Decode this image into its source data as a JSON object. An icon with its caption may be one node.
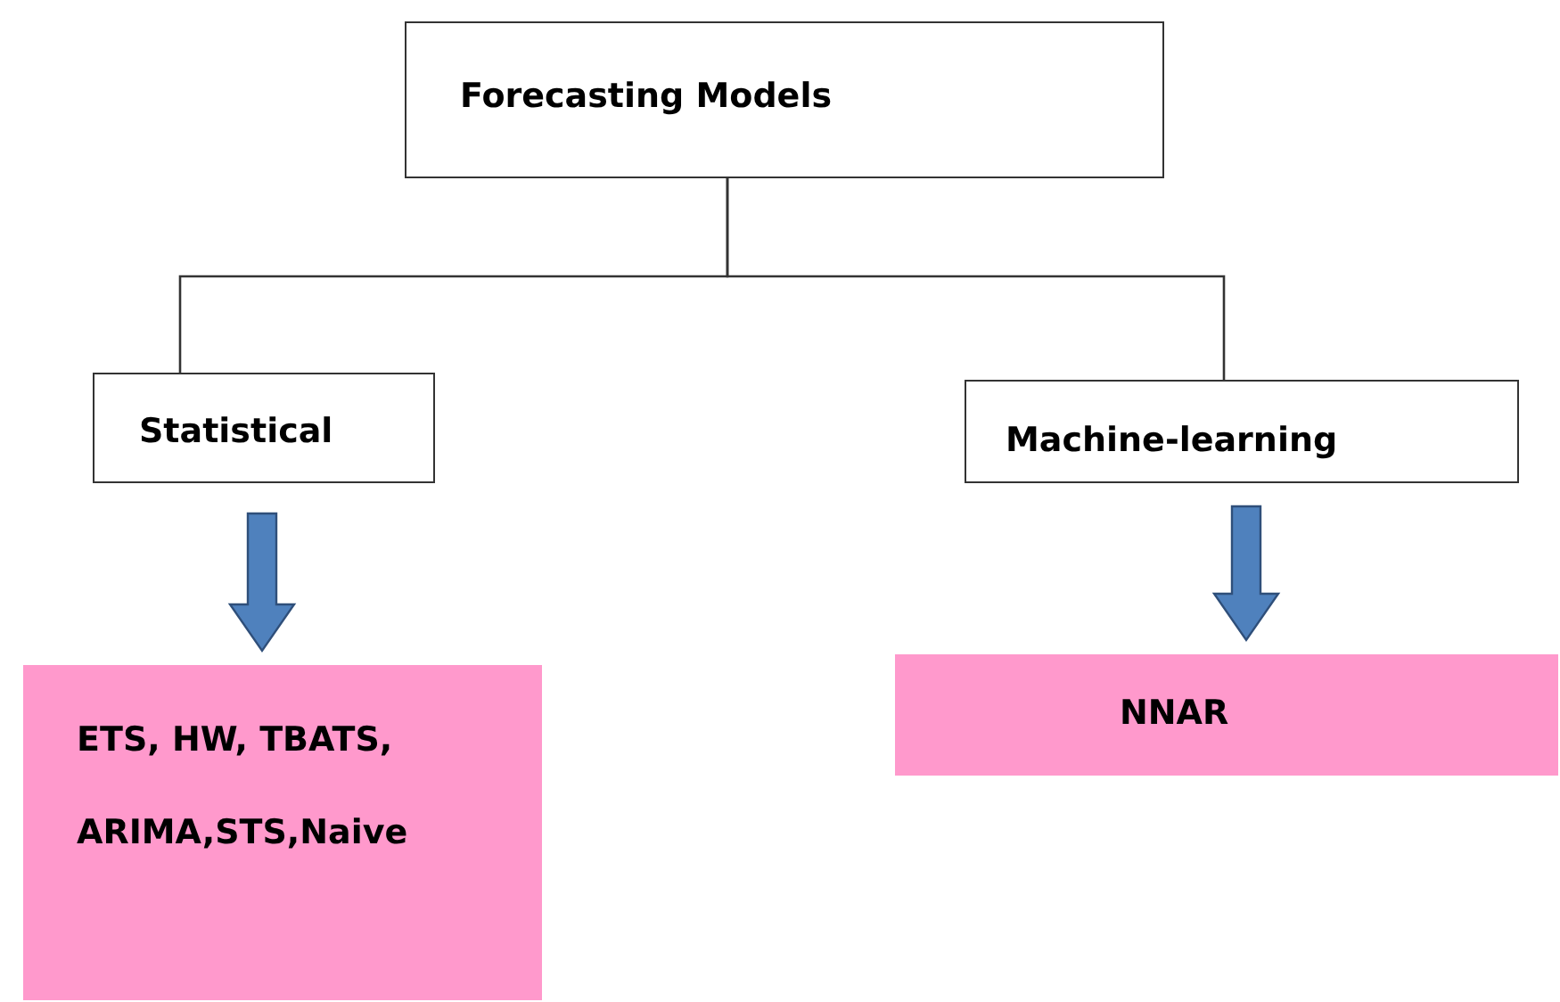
{
  "diagram": {
    "nodes": [
      {
        "text": [
          "Forecasting Models"
        ]
      },
      {
        "text": [
          "Statistical"
        ]
      },
      {
        "text": [
          "Machine-learning"
        ]
      },
      {
        "text": [
          "ETS, HW, TBATS, ARIMA,STS,Naive"
        ]
      },
      {
        "text": [
          "NNAR"
        ]
      }
    ],
    "edges": [
      {
        "from": 0,
        "to": 1,
        "arrow": "none"
      },
      {
        "from": 0,
        "to": 2,
        "arrow": "none"
      },
      {
        "from": 1,
        "to": 3,
        "arrow": "to",
        "style": "thick",
        "color": "#4f81bd"
      },
      {
        "from": 2,
        "to": 4,
        "arrow": "to",
        "style": "thick",
        "color": "#4f81bd"
      }
    ]
  }
}
